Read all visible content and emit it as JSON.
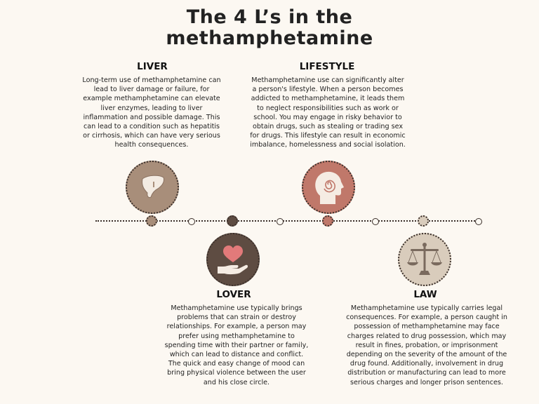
{
  "title_line1": "The 4 L’s in the",
  "title_line2": "methamphetamine",
  "sections": {
    "liver": {
      "heading": "LIVER",
      "text": "Long-term use of methamphetamine can lead to liver damage or failure, for example methamphetamine can elevate liver enzymes, leading to liver inflammation and possible damage. This can lead to a condition such as hepatitis or cirrhosis, which can have very serious health consequences."
    },
    "lifestyle": {
      "heading": "LIFESTYLE",
      "text": "Methamphetamine use can significantly alter a person's lifestyle. When a person becomes addicted to methamphetamine, it leads them to neglect responsibilities such as work or school. You may engage in risky behavior to obtain drugs, such as stealing or trading sex for drugs. This lifestyle can result in economic imbalance, homelessness and social isolation."
    },
    "lover": {
      "heading": "LOVER",
      "text": "Methamphetamine use typically brings problems that can strain or destroy relationships. For example, a person may prefer using methamphetamine to spending time with their partner or family, which can lead to distance and conflict. The quick and easy change of mood can bring physical violence between the user and his close circle."
    },
    "law": {
      "heading": "LAW",
      "text": "Methamphetamine use typically carries legal consequences. For example, a person caught in possession of methamphetamine may face charges related to drug possession, which may result in fines, probation, or imprisonment depending on the severity of the amount of the drug found. Additionally, involvement in drug distribution or manufacturing can lead to more serious charges and longer prison sentences."
    }
  },
  "icons": {
    "liver": "liver-icon",
    "lifestyle": "head-spiral-icon",
    "lover": "heart-hand-icon",
    "law": "scales-icon"
  },
  "colors": {
    "background": "#fcf8f2",
    "liver": "#a88e7a",
    "lifestyle": "#c0786a",
    "lover": "#5e4c42",
    "law": "#d9ccbc",
    "dark": "#3a2f2a"
  }
}
